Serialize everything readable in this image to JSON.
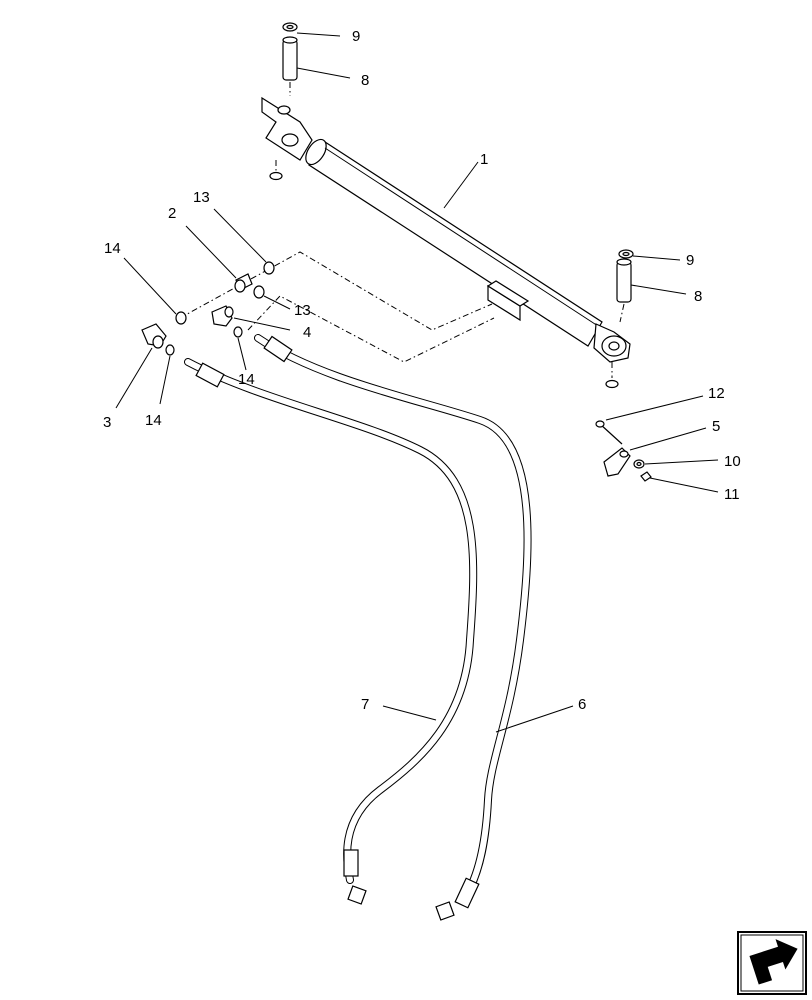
{
  "callouts": {
    "c1": "1",
    "c2": "2",
    "c3": "3",
    "c4": "4",
    "c5": "5",
    "c6": "6",
    "c7": "7",
    "c8a": "8",
    "c8b": "8",
    "c9a": "9",
    "c9b": "9",
    "c10": "10",
    "c11": "11",
    "c12": "12",
    "c13a": "13",
    "c13b": "13",
    "c14a": "14",
    "c14b": "14",
    "c14c": "14"
  },
  "icons": {
    "nav": "next-page-arrow-icon"
  }
}
